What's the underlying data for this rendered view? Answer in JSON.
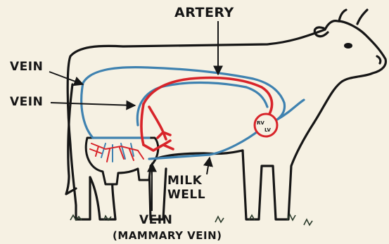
{
  "labels": {
    "artery": "ARTERY",
    "vein_top": "VEIN",
    "vein_middle": "VEIN",
    "milk_well_line1": "MILK",
    "milk_well_line2": "WELL",
    "vein_bottom": "VEIN",
    "mammary_vein": "(MAMMARY VEIN)",
    "heart_right_ventricle": "RV",
    "heart_left_ventricle": "LV"
  },
  "colors": {
    "background": "#f6f1e3",
    "outline": "#161616",
    "artery": "#d8242a",
    "vein": "#3f82b0"
  }
}
